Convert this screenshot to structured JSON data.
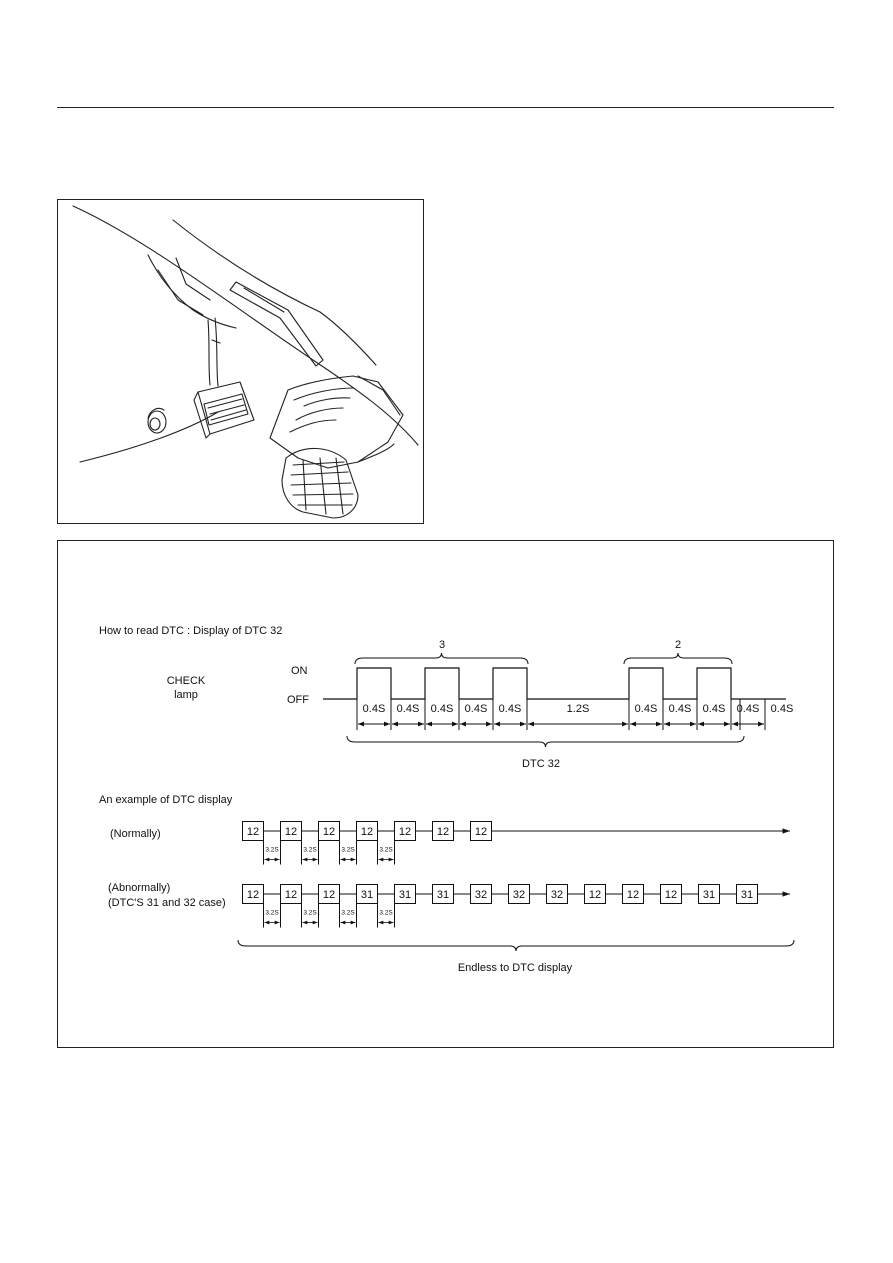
{
  "diagram": {
    "title": "How to read DTC : Display of DTC 32",
    "lamp_label_line1": "CHECK",
    "lamp_label_line2": "lamp",
    "on_label": "ON",
    "off_label": "OFF",
    "group_tens_label": "3",
    "group_units_label": "2",
    "pulse_durations": [
      "0.4S",
      "0.4S",
      "0.4S",
      "0.4S",
      "0.4S",
      "1.2S",
      "0.4S",
      "0.4S",
      "0.4S",
      "0.4S"
    ],
    "dtc_label": "DTC 32",
    "example_title": "An example of DTC display",
    "normal_label": "(Normally)",
    "normal_codes": [
      "12",
      "12",
      "12",
      "12",
      "12",
      "12",
      "12"
    ],
    "interval_label": "3.2S",
    "abnormal_label_line1": "(Abnormally)",
    "abnormal_label_line2": "(DTC'S 31 and 32 case)",
    "abnormal_codes": [
      "12",
      "12",
      "12",
      "31",
      "31",
      "31",
      "32",
      "32",
      "32",
      "12",
      "12",
      "12",
      "31",
      "31"
    ],
    "endless_label": "Endless to DTC display"
  }
}
